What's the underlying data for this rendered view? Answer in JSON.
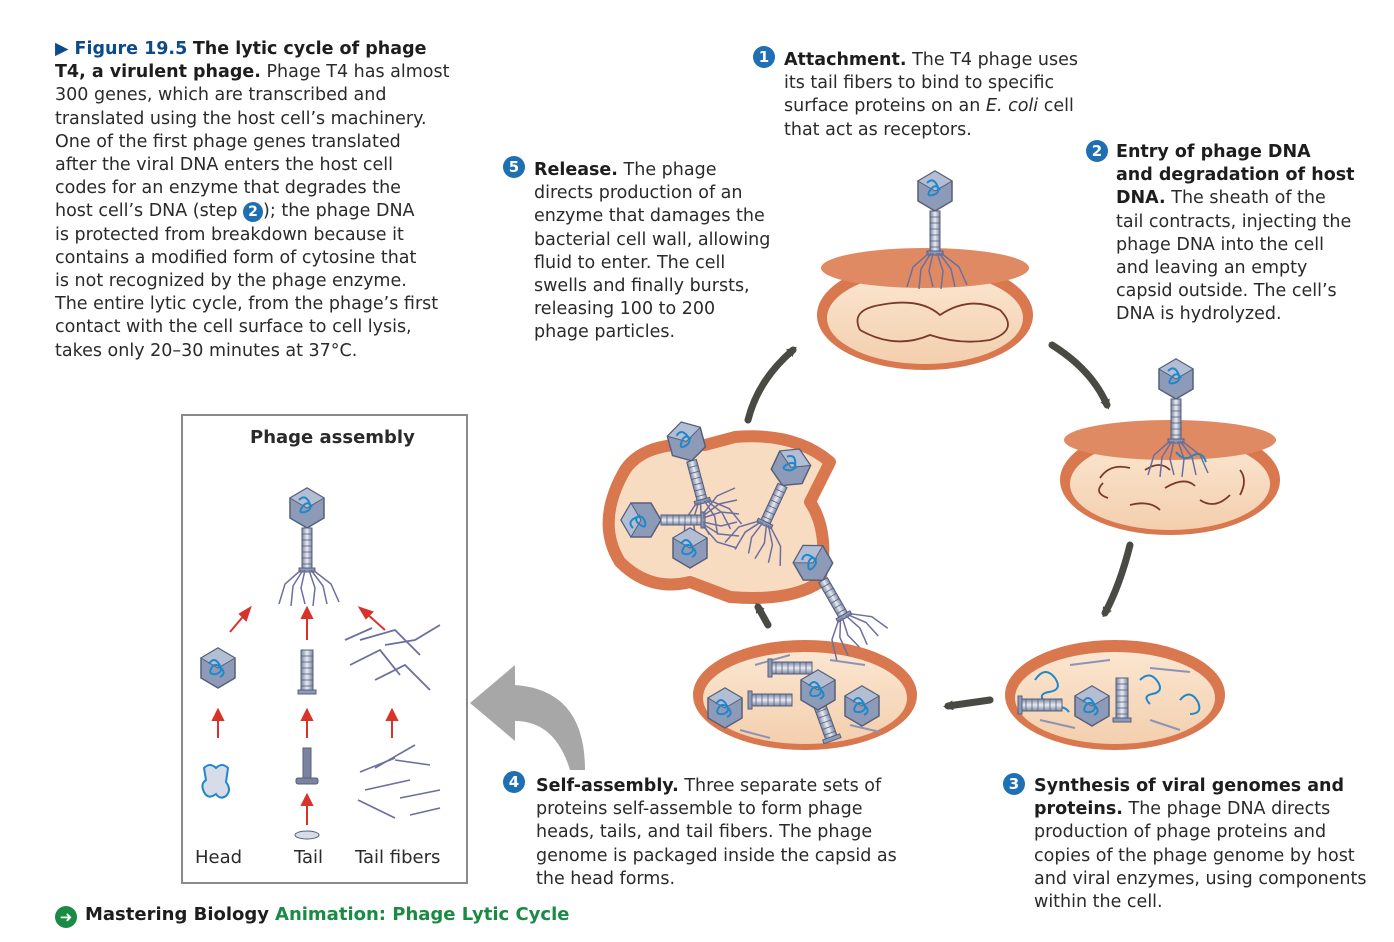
{
  "caption": {
    "figure_label": "▶ Figure 19.5",
    "title_line1": "The lytic cycle of phage",
    "title_line2_bold": "T4, a virulent phage.",
    "title_line2_rest": "Phage T4 has almost",
    "lines": [
      "300 genes, which are transcribed and",
      "translated using the host cell’s machinery.",
      "One of the first phage genes translated",
      "after the viral DNA enters the host cell",
      "codes for an enzyme that degrades the"
    ],
    "step_ref_before": "host cell’s DNA (step ",
    "step_ref_num": "2",
    "step_ref_after": "); the phage DNA",
    "lines_after": [
      "is protected from breakdown because it",
      "contains a modified form of cytosine that",
      "is not recognized by the phage enzyme.",
      "The entire lytic cycle, from the phage’s first",
      "contact with the cell surface to cell lysis,",
      "takes only 20–30 minutes at 37°C."
    ]
  },
  "steps": [
    {
      "num": "1",
      "title": "Attachment.",
      "lines": [
        "The T4 phage uses",
        "its tail fibers to bind to specific",
        "surface proteins on an",
        "that act as receptors."
      ],
      "italic": "E. coli",
      "after_italic": " cell"
    },
    {
      "num": "2",
      "title_lines": [
        "Entry of phage DNA",
        "and degradation of host",
        "DNA."
      ],
      "lines": [
        "The sheath of the",
        "tail contracts, injecting the",
        "phage DNA into the cell",
        "and leaving an empty",
        "capsid outside. The cell’s",
        "DNA is hydrolyzed."
      ]
    },
    {
      "num": "3",
      "title_lines": [
        "Synthesis of viral genomes and",
        "proteins."
      ],
      "lines": [
        "The phage DNA directs",
        "production of phage proteins and",
        "copies of the phage genome by host",
        "and viral enzymes, using components",
        "within the cell."
      ]
    },
    {
      "num": "4",
      "title": "Self-assembly.",
      "lines": [
        "Three separate sets of",
        "proteins self-assemble to form phage",
        "heads, tails, and tail fibers. The phage",
        "genome is packaged inside the capsid as",
        "the head forms."
      ]
    },
    {
      "num": "5",
      "title": "Release.",
      "lines": [
        "The phage",
        "directs production of an",
        "enzyme that damages the",
        "bacterial cell wall, allowing",
        "fluid to enter. The cell",
        "swells and finally bursts,",
        "releasing 100 to 200",
        "phage particles."
      ]
    }
  ],
  "assembly": {
    "title": "Phage assembly",
    "labels": [
      "Head",
      "Tail",
      "Tail fibers"
    ]
  },
  "footer": {
    "brand": "Mastering Biology",
    "link": "Animation: Phage Lytic Cycle"
  },
  "colors": {
    "cell_wall": "#d9774f",
    "cytoplasm": "#f8dcc2",
    "phage_head": "#8e9bb8",
    "dna": "#1e88c8",
    "step_number": "#1f6fb3",
    "cycle_arrow": "#4a4a45",
    "assembly_arrow": "#d8332a",
    "link_green": "#1a8a44"
  }
}
